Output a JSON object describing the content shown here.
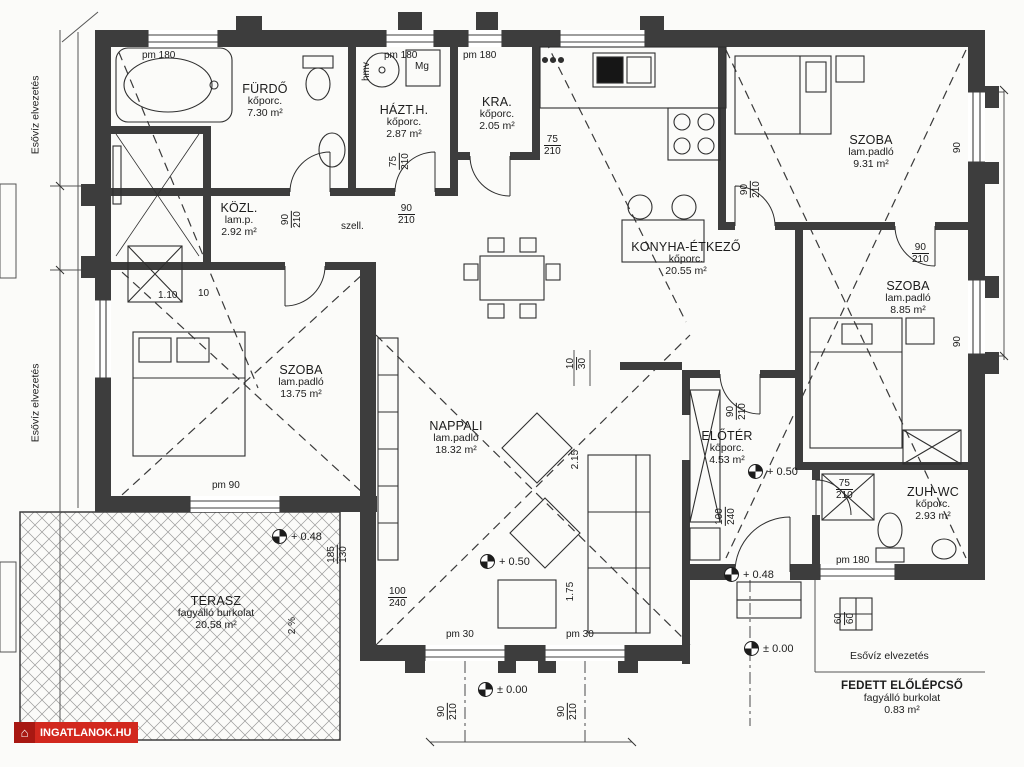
{
  "plan": {
    "rooms": [
      {
        "name": "FÜRDŐ",
        "floor": "kőporc.",
        "area": "7.30 m²"
      },
      {
        "name": "HÁZT.H.",
        "floor": "kőporc.",
        "area": "2.87 m²"
      },
      {
        "name": "KRA.",
        "floor": "kőporc.",
        "area": "2.05 m²"
      },
      {
        "name": "KÖZL.",
        "floor": "lam.p.",
        "area": "2.92 m²"
      },
      {
        "name": "SZOBA",
        "floor": "lam.padló",
        "area": "13.75 m²"
      },
      {
        "name": "NAPPALI",
        "floor": "lam.padló",
        "area": "18.32 m²"
      },
      {
        "name": "KONYHA-ÉTKEZŐ",
        "floor": "kőporc.",
        "area": "20.55 m²"
      },
      {
        "name": "SZOBA",
        "floor": "lam.padló",
        "area": "9.31 m²"
      },
      {
        "name": "SZOBA",
        "floor": "lam.padló",
        "area": "8.85 m²"
      },
      {
        "name": "ELŐTÉR",
        "floor": "kőporc.",
        "area": "4.53 m²"
      },
      {
        "name": "ZUH-WC",
        "floor": "kőporc.",
        "area": "2.93 m²"
      },
      {
        "name": "TERASZ",
        "floor": "fagyálló burkolat",
        "area": "20.58 m²"
      },
      {
        "name": "FEDETT ELŐLÉPCSŐ",
        "floor": "fagyálló burkolat",
        "area": "0.83 m²"
      }
    ],
    "annotations": {
      "rainwater_left_upper": "Esővíz elvezetés",
      "rainwater_left_lower": "Esővíz elvezetés",
      "rainwater_bottom_right": "Esővíz elvezetés",
      "vent": "szell.",
      "hmv": "hmv",
      "mg": "Mg",
      "slope": "2 %"
    },
    "dims": [
      "pm 180",
      "pm 180",
      "pm 180",
      "pm 90",
      "pm 30",
      "pm 30",
      "pm 180",
      "1.10",
      "10",
      "2.15",
      "1.75",
      "90",
      "90"
    ],
    "door_dims": [
      {
        "num": "75",
        "den": "210"
      },
      {
        "num": "90",
        "den": "210"
      },
      {
        "num": "90",
        "den": "210"
      },
      {
        "num": "75",
        "den": "210"
      },
      {
        "num": "90",
        "den": "210"
      },
      {
        "num": "90",
        "den": "210"
      },
      {
        "num": "90",
        "den": "210"
      },
      {
        "num": "100",
        "den": "240"
      },
      {
        "num": "75",
        "den": "210"
      },
      {
        "num": "100",
        "den": "240"
      },
      {
        "num": "90",
        "den": "210"
      },
      {
        "num": "90",
        "den": "210"
      },
      {
        "num": "185",
        "den": "130"
      },
      {
        "num": "60",
        "den": "60"
      },
      {
        "num": "10",
        "den": "30"
      }
    ],
    "elevations": [
      "+ 0.48",
      "+ 0.50",
      "± 0.00",
      "+ 0.50",
      "+ 0.48",
      "± 0.00"
    ]
  },
  "watermark": {
    "text": "INGATLANOK.HU",
    "icon": "⌂"
  }
}
